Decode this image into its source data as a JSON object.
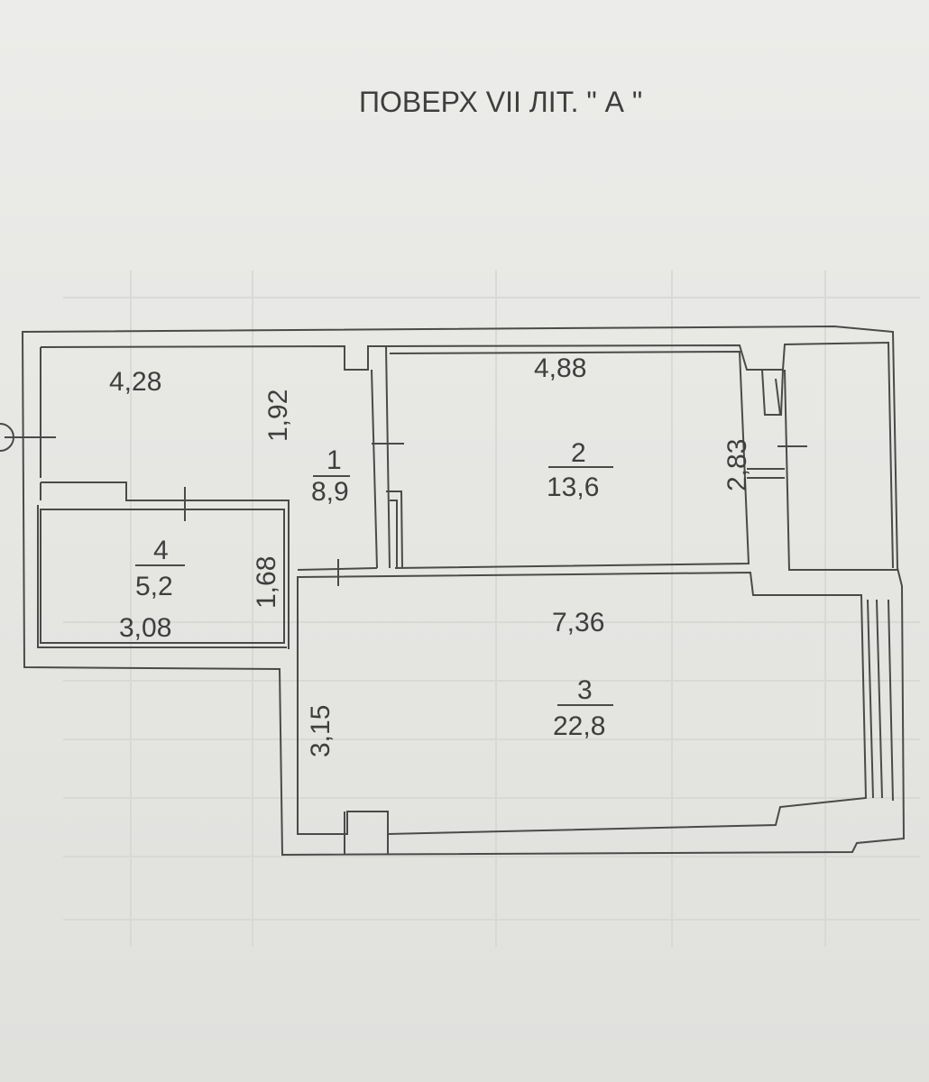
{
  "title": "ПОВЕРХ VII ЛІТ. \" А  \"",
  "rooms": [
    {
      "number": "1",
      "area": "8,9"
    },
    {
      "number": "2",
      "area": "13,6"
    },
    {
      "number": "3",
      "area": "22,8"
    },
    {
      "number": "4",
      "area": "5,2"
    }
  ],
  "dimensions": {
    "room1_width": "4,28",
    "room1_height": "1,92",
    "room2_width": "4,88",
    "room2_height": "2,83",
    "room3_width": "7,36",
    "room3_height": "3,15",
    "room4_width": "3,08",
    "room4_height": "1,68"
  },
  "colors": {
    "paper": "#e8e8e6",
    "line": "#4a4a4a",
    "text": "#3e3e3e"
  }
}
